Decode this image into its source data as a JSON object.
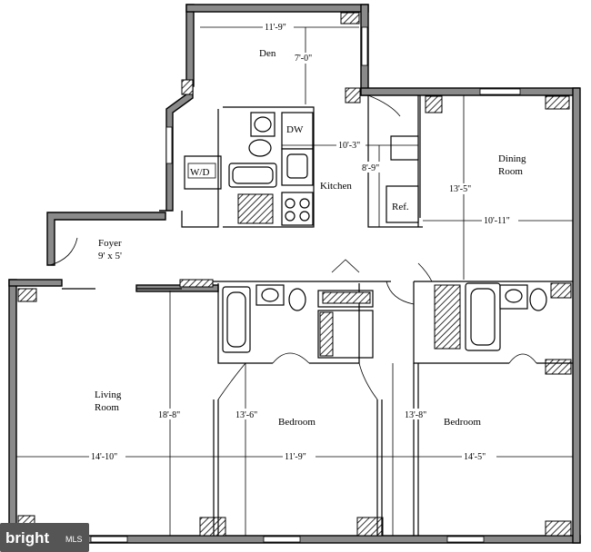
{
  "rooms": {
    "den": "Den",
    "kitchen": "Kitchen",
    "foyer": "Foyer",
    "foyer_size": "9' x 5'",
    "living_1": "Living",
    "living_2": "Room",
    "dining_1": "Dining",
    "dining_2": "Room",
    "bedroom_left": "Bedroom",
    "bedroom_right": "Bedroom"
  },
  "fixtures": {
    "washer_dryer": "W/D",
    "dishwasher": "DW",
    "refrigerator": "Ref."
  },
  "dimensions": {
    "den_width": "11'-9\"",
    "den_depth": "7'-0\"",
    "kitchen_width": "10'-3\"",
    "kitchen_depth": "8'-9\"",
    "dining_depth": "13'-5\"",
    "dining_width": "10'-11\"",
    "living_depth": "18'-8\"",
    "bedroom_left_depth": "13'-6\"",
    "bedroom_right_depth": "13'-8\"",
    "living_width": "14'-10\"",
    "bedroom_left_width": "11'-9\"",
    "bedroom_right_width": "14'-5\""
  },
  "watermark": {
    "brand": "bright",
    "suffix": "MLS"
  }
}
